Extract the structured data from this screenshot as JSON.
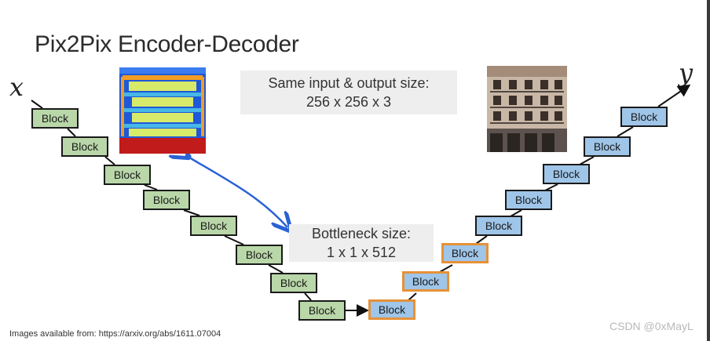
{
  "title": "Pix2Pix Encoder-Decoder",
  "input_var": "x",
  "output_var": "y",
  "info_top": {
    "line1": "Same input & output size:",
    "line2": "256 x 256 x 3"
  },
  "info_bottom": {
    "line1": "Bottleneck size:",
    "line2": "1 x 1 x 512"
  },
  "encoder_blocks": [
    "Block",
    "Block",
    "Block",
    "Block",
    "Block",
    "Block",
    "Block",
    "Block"
  ],
  "decoder_blocks": [
    "Block",
    "Block",
    "Block",
    "Block",
    "Block",
    "Block",
    "Block",
    "Block"
  ],
  "footer": "Images available from: https://arxiv.org/abs/1611.07004",
  "watermark": "CSDN @0xMayL",
  "colors": {
    "encoder_fill": "#b9d7a8",
    "decoder_fill": "#9fc5e8",
    "highlight_border": "#e69138",
    "arrow_blue": "#2a62d4"
  }
}
